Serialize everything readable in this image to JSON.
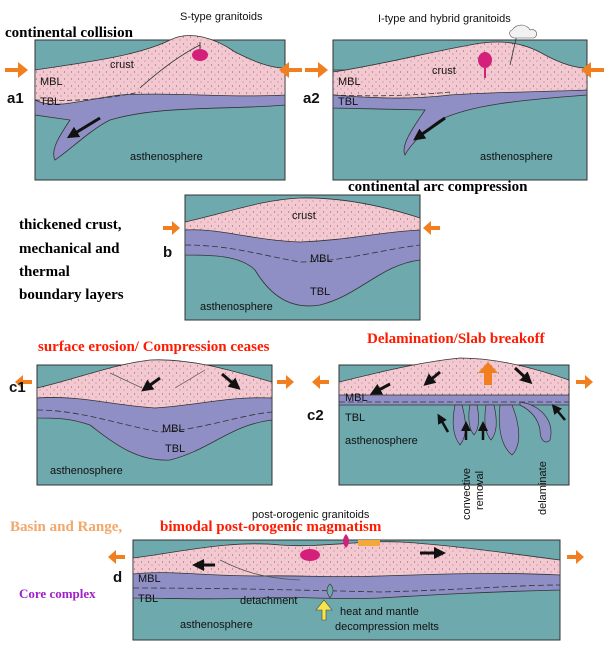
{
  "annotations": {
    "continental_collision": "continental collision",
    "continental_arc": "continental arc compression",
    "thickened_crust": [
      "thickened crust,",
      "mechanical and",
      "thermal",
      "boundary layers"
    ],
    "surface_erosion": "surface erosion/ Compression ceases",
    "delamination": "Delamination/Slab breakoff",
    "basin_range": "Basin and Range,",
    "bimodal": "bimodal post-orogenic magmatism",
    "core_complex": "Core complex"
  },
  "panels": {
    "a1": {
      "id": "a1",
      "crust": "crust",
      "mbl": "MBL",
      "tbl": "TBL",
      "astheno": "asthenosphere",
      "granite": "S-type granitoids"
    },
    "a2": {
      "id": "a2",
      "crust": "crust",
      "mbl": "MBL",
      "tbl": "TBL",
      "astheno": "asthenosphere",
      "granite": "I-type and hybrid granitoids"
    },
    "b": {
      "id": "b",
      "crust": "crust",
      "mbl": "MBL",
      "tbl": "TBL",
      "astheno": "asthenosphere"
    },
    "c1": {
      "id": "c1",
      "mbl": "MBL",
      "tbl": "TBL",
      "astheno": "asthenosphere"
    },
    "c2": {
      "id": "c2",
      "mbl": "MBL",
      "tbl": "TBL",
      "astheno": "asthenosphere",
      "convective": [
        "convective",
        "removal"
      ],
      "delaminate": "delaminate"
    },
    "d": {
      "id": "d",
      "mbl": "MBL",
      "tbl": "TBL",
      "astheno": "asthenosphere",
      "granite": "post-orogenic granitoids",
      "detachment": "detachment",
      "heat": [
        "heat and mantle",
        "decompression melts"
      ]
    }
  },
  "colors": {
    "crust": "#f4c8d0",
    "mantle_lid": "#8f8fc6",
    "asthenosphere": "#6ea9ad",
    "arrow": "#f27f1f",
    "granite": "#d4207a",
    "annotation_red": "#ff1a00",
    "annotation_orange": "#f2a76b",
    "annotation_purple": "#a020c8"
  }
}
